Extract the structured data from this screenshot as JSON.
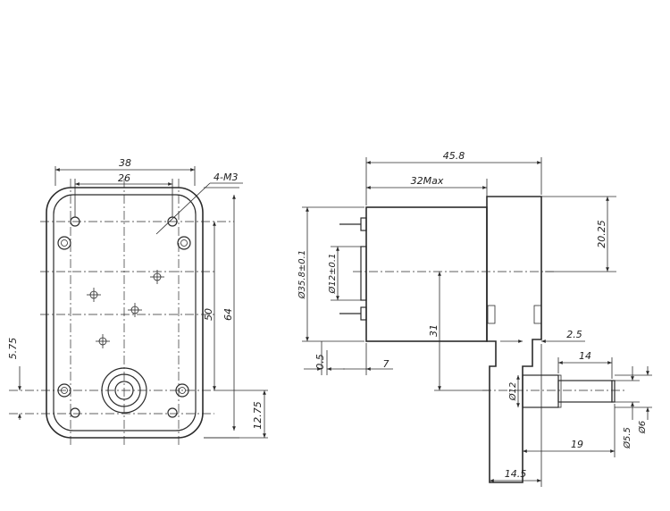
{
  "front_view": {
    "dims": {
      "width_38": "38",
      "width_26": "26",
      "holes_4m3": "4-M3",
      "height_50": "50",
      "height_64": "64",
      "offset_575": "5.75",
      "offset_1275": "12.75"
    }
  },
  "side_view": {
    "dims": {
      "len_458": "45.8",
      "len_32max": "32Max",
      "h_2025": "20.25",
      "dia_358": "Ø35.8±0.1",
      "dia_12": "Ø12±0.1",
      "h_31": "31",
      "d_05": "0.5",
      "d_7": "7",
      "d_25": "2.5",
      "d_14": "14",
      "dia_12b": "Ø12",
      "d_19": "19",
      "d_145": "14.5",
      "dia_55": "Ø5.5",
      "dia_6": "Ø6"
    }
  }
}
